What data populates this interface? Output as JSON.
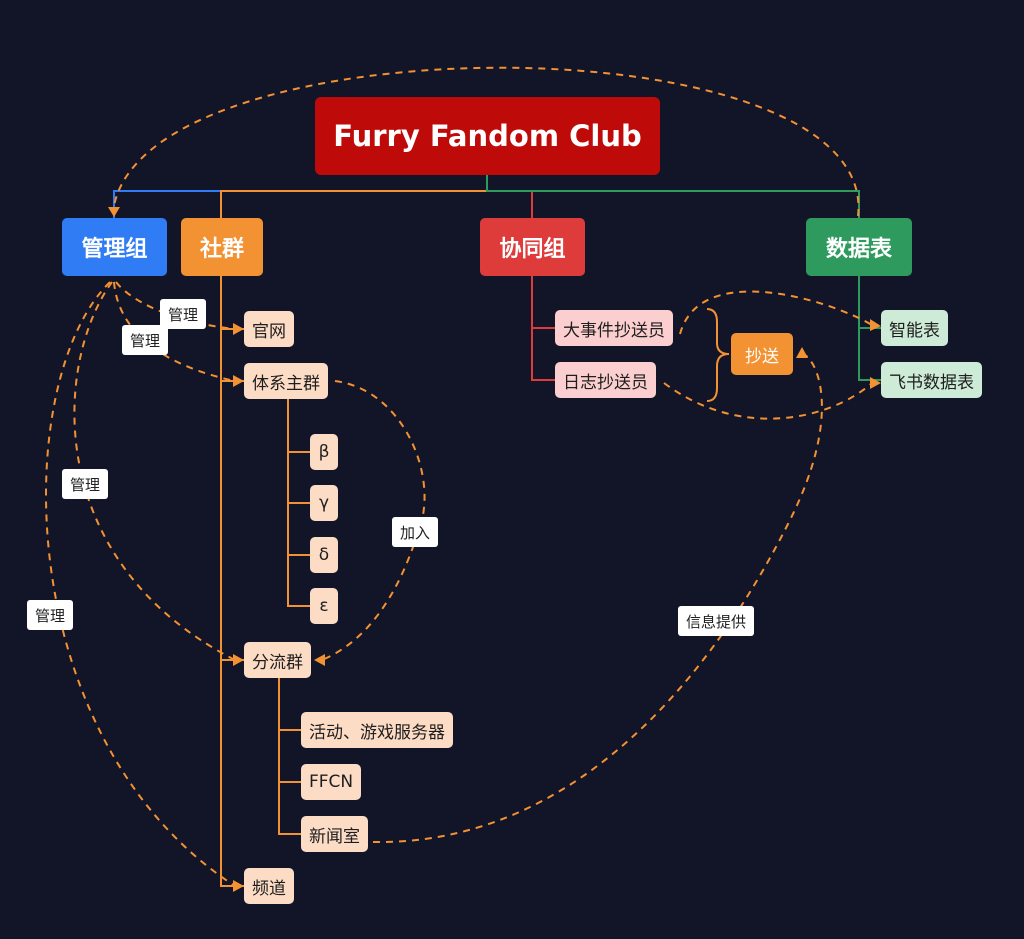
{
  "root": {
    "label": "Furry Fandom Club"
  },
  "categories": {
    "admin": {
      "label": "管理组",
      "color": "#2f7cf5"
    },
    "community": {
      "label": "社群",
      "color": "#f39233"
    },
    "collab": {
      "label": "协同组",
      "color": "#de3b3b"
    },
    "datatable": {
      "label": "数据表",
      "color": "#2e9a5e"
    }
  },
  "community": {
    "website": "官网",
    "main_group": "体系主群",
    "sub_groups": [
      "β",
      "γ",
      "δ",
      "ε"
    ],
    "branch_group": "分流群",
    "branch_items": [
      "活动、游戏服务器",
      "FFCN",
      "新闻室"
    ],
    "channel": "频道"
  },
  "collab": {
    "items": [
      "大事件抄送员",
      "日志抄送员"
    ],
    "cc": "抄送"
  },
  "datatable": {
    "items": [
      "智能表",
      "飞书数据表"
    ]
  },
  "relations": {
    "manage_1": "管理",
    "manage_2": "管理",
    "manage_3": "管理",
    "manage_4": "管理",
    "join": "加入",
    "info": "信息提供"
  }
}
